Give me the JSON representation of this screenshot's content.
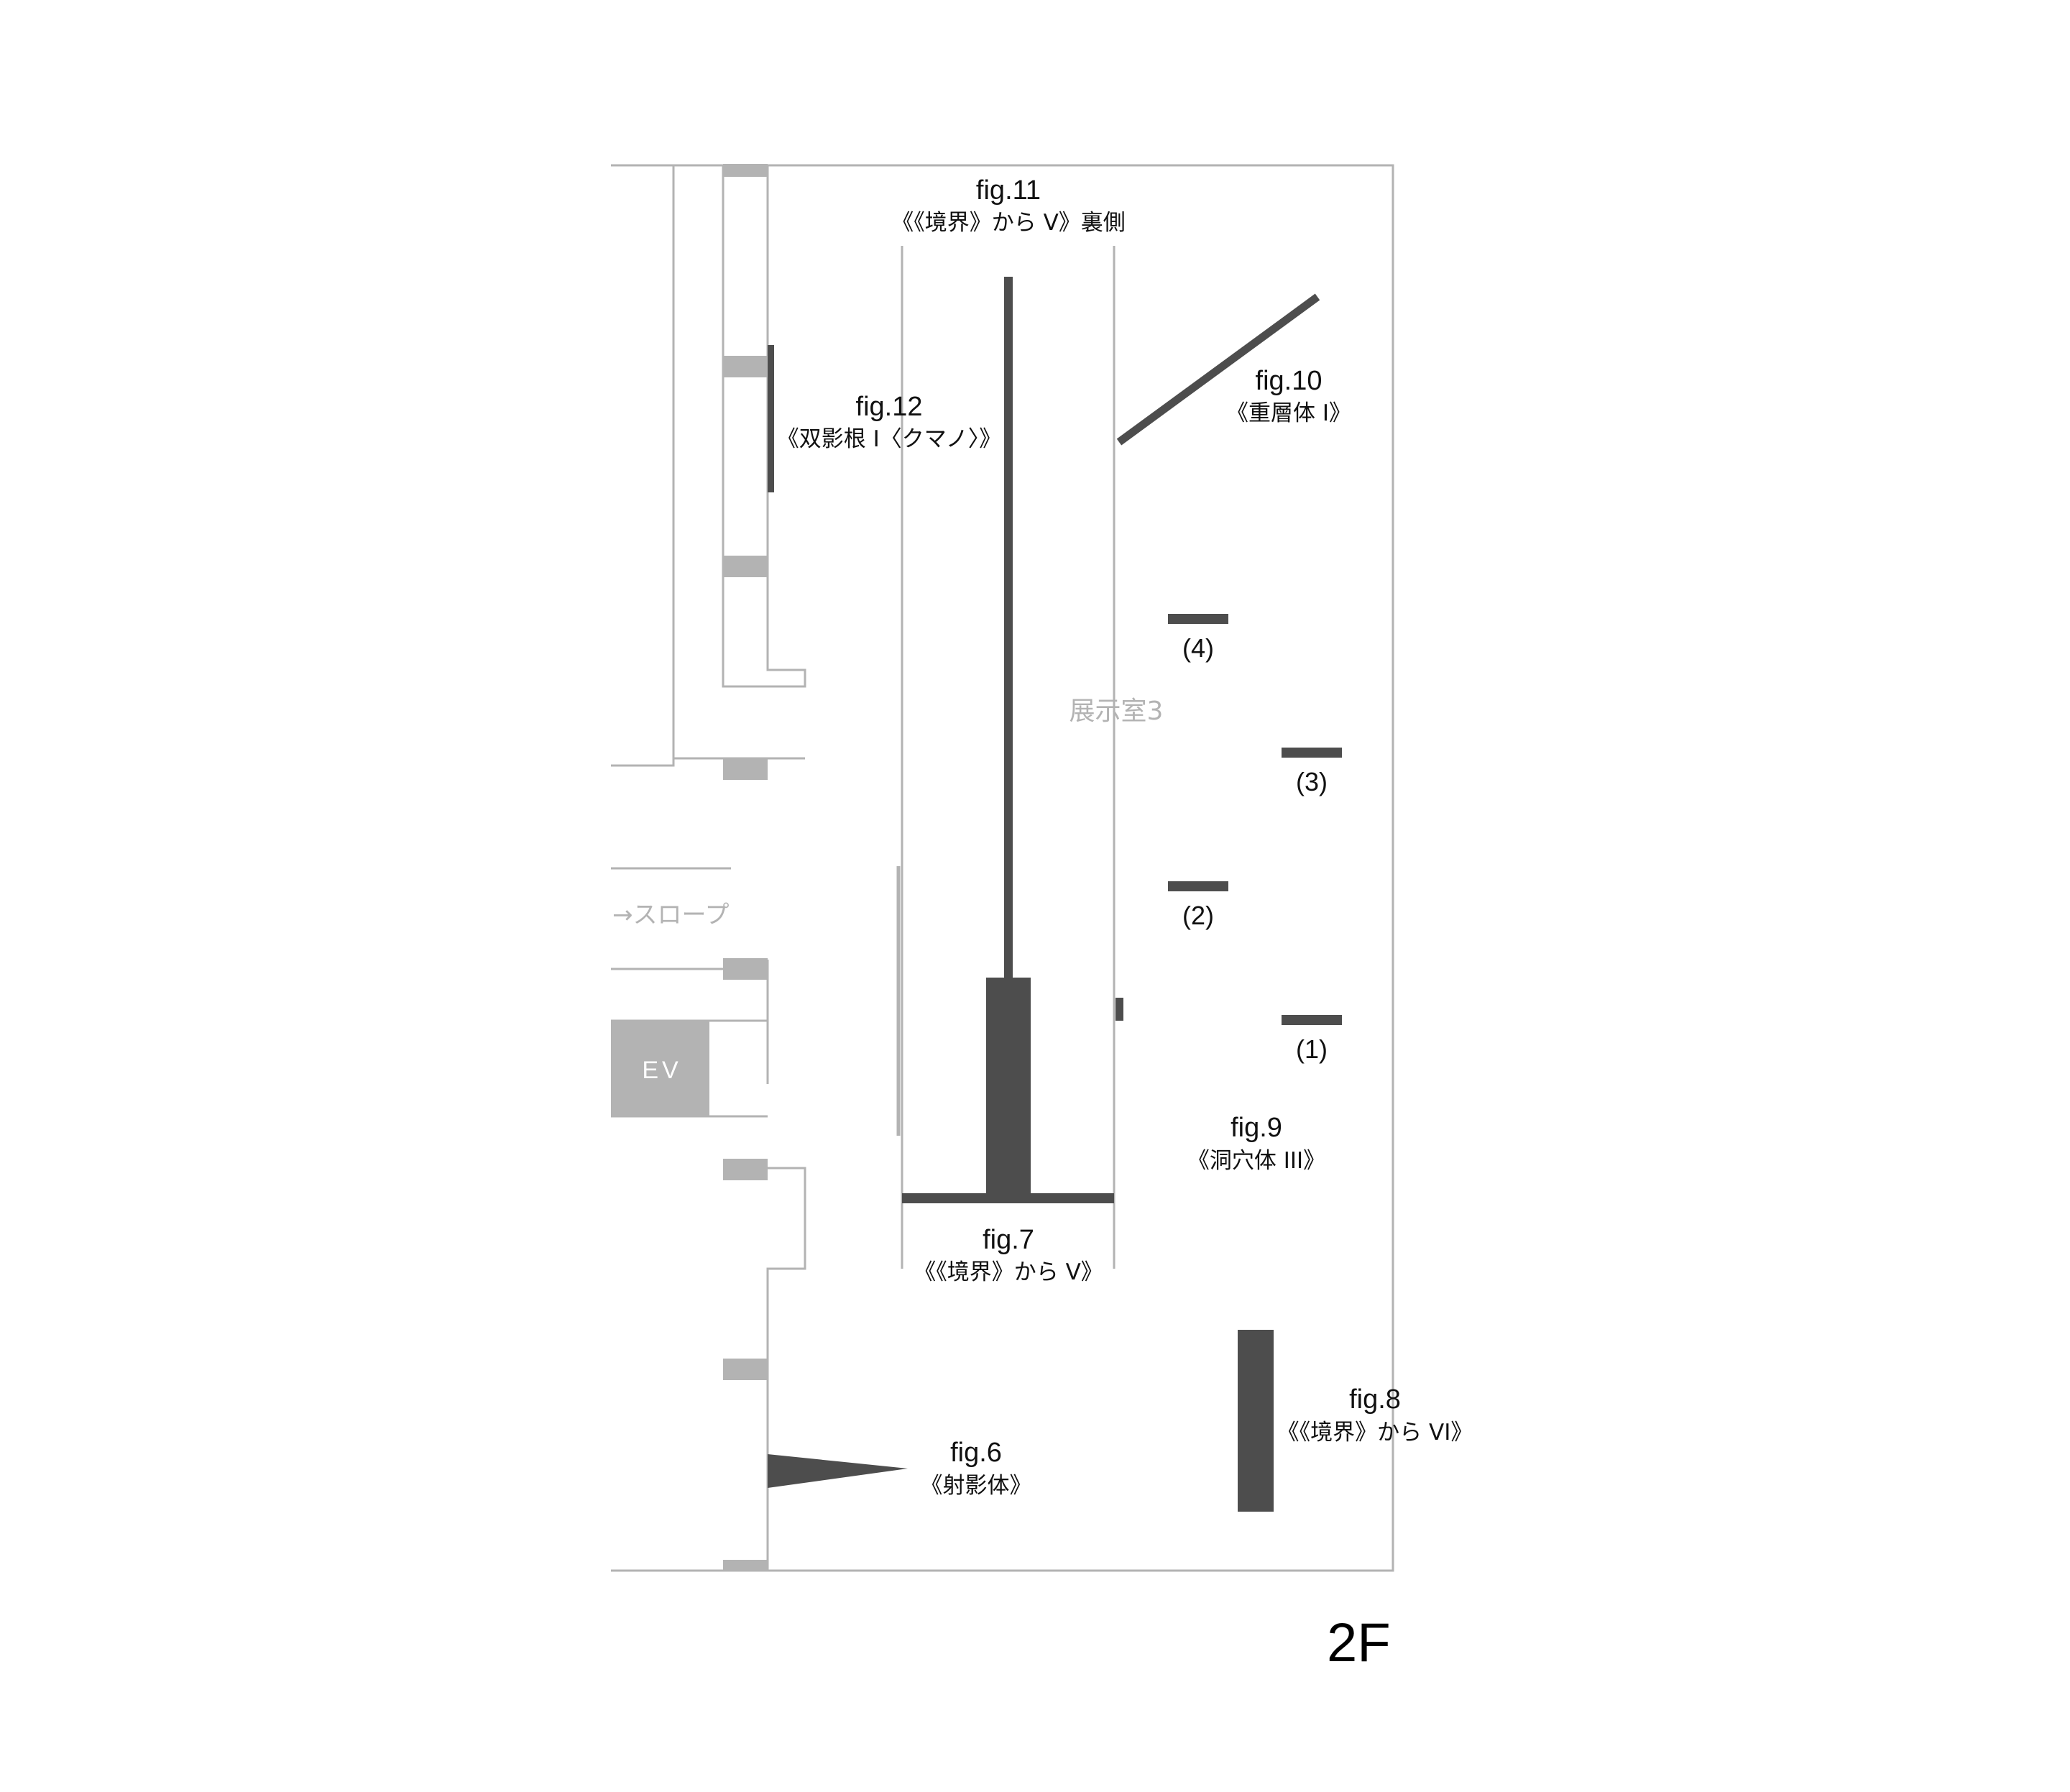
{
  "floor": "2F",
  "room": "展示室3",
  "slope": "→スロープ",
  "elevator": "EV",
  "works": {
    "fig11": {
      "fig": "fig.11",
      "title": "《《境界》から V》裏側"
    },
    "fig12": {
      "fig": "fig.12",
      "title": "《双影根 I〈クマノ〉》"
    },
    "fig10": {
      "fig": "fig.10",
      "title": "《重層体 I》"
    },
    "fig9": {
      "fig": "fig.9",
      "title": "《洞穴体 III》"
    },
    "fig7": {
      "fig": "fig.7",
      "title": "《《境界》から V》"
    },
    "fig8": {
      "fig": "fig.8",
      "title": "《《境界》から VI》"
    },
    "fig6": {
      "fig": "fig.6",
      "title": "《射影体》"
    }
  },
  "parts": [
    "(4)",
    "(3)",
    "(2)",
    "(1)"
  ],
  "colors": {
    "wall": "#b3b3b3",
    "artwork": "#4d4d4d",
    "pillar": "#b3b3b3",
    "text": "#111111"
  }
}
